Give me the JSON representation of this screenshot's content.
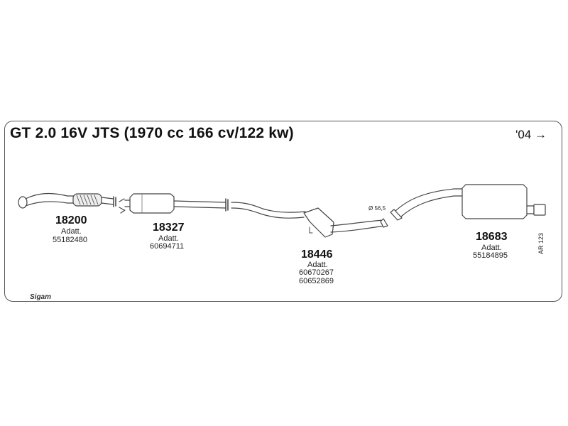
{
  "header": {
    "title": "GT 2.0 16V JTS (1970 cc 166 cv/122 kw)",
    "model_year": "'04",
    "arrow_icon": "arrow-right-icon"
  },
  "parts": [
    {
      "number": "18200",
      "adapt_label": "Adatt.",
      "oem_codes": [
        "55182480"
      ]
    },
    {
      "number": "18327",
      "adapt_label": "Adatt.",
      "oem_codes": [
        "60694711"
      ]
    },
    {
      "number": "18446",
      "adapt_label": "Adatt.",
      "oem_codes": [
        "60670267",
        "60652869"
      ]
    },
    {
      "number": "18683",
      "adapt_label": "Adatt.",
      "oem_codes": [
        "55184895"
      ]
    }
  ],
  "pipe_diameter": "Ø 56,5",
  "sheet_code": "AR 123",
  "brand": "Sigam"
}
